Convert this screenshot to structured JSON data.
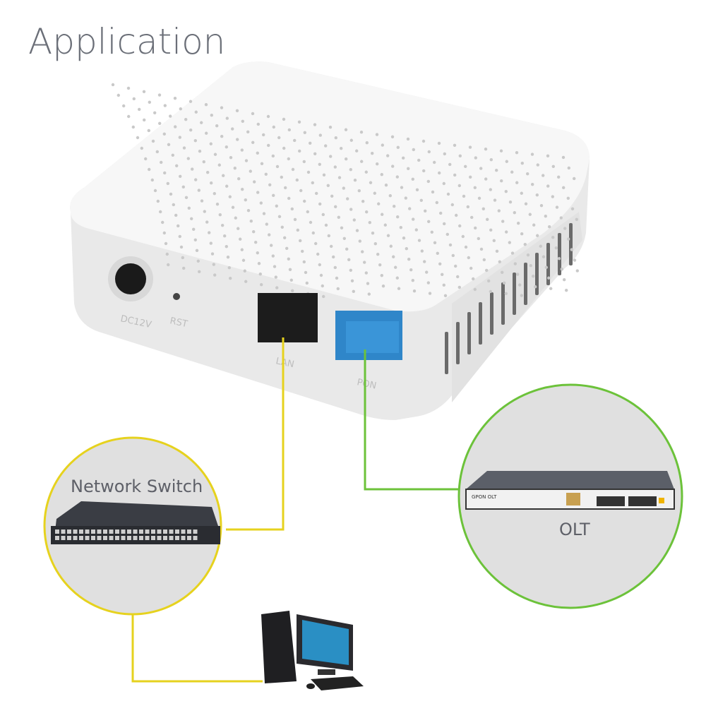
{
  "title": "Application",
  "device": {
    "ports": [
      "DC12V",
      "RST",
      "LAN",
      "PON"
    ],
    "port_color": "#2f86c9"
  },
  "network_switch": {
    "label": "Network Switch",
    "ring_color": "#e6d21e"
  },
  "olt": {
    "label": "OLT",
    "panel_text": "GPON OLT",
    "ring_color": "#6cc23a"
  },
  "links": [
    {
      "from": "LAN",
      "to": "Network Switch",
      "color": "#e6d21e"
    },
    {
      "from": "Network Switch",
      "to": "Computer",
      "color": "#e6d21e"
    },
    {
      "from": "PON",
      "to": "OLT",
      "color": "#6cc23a"
    }
  ]
}
